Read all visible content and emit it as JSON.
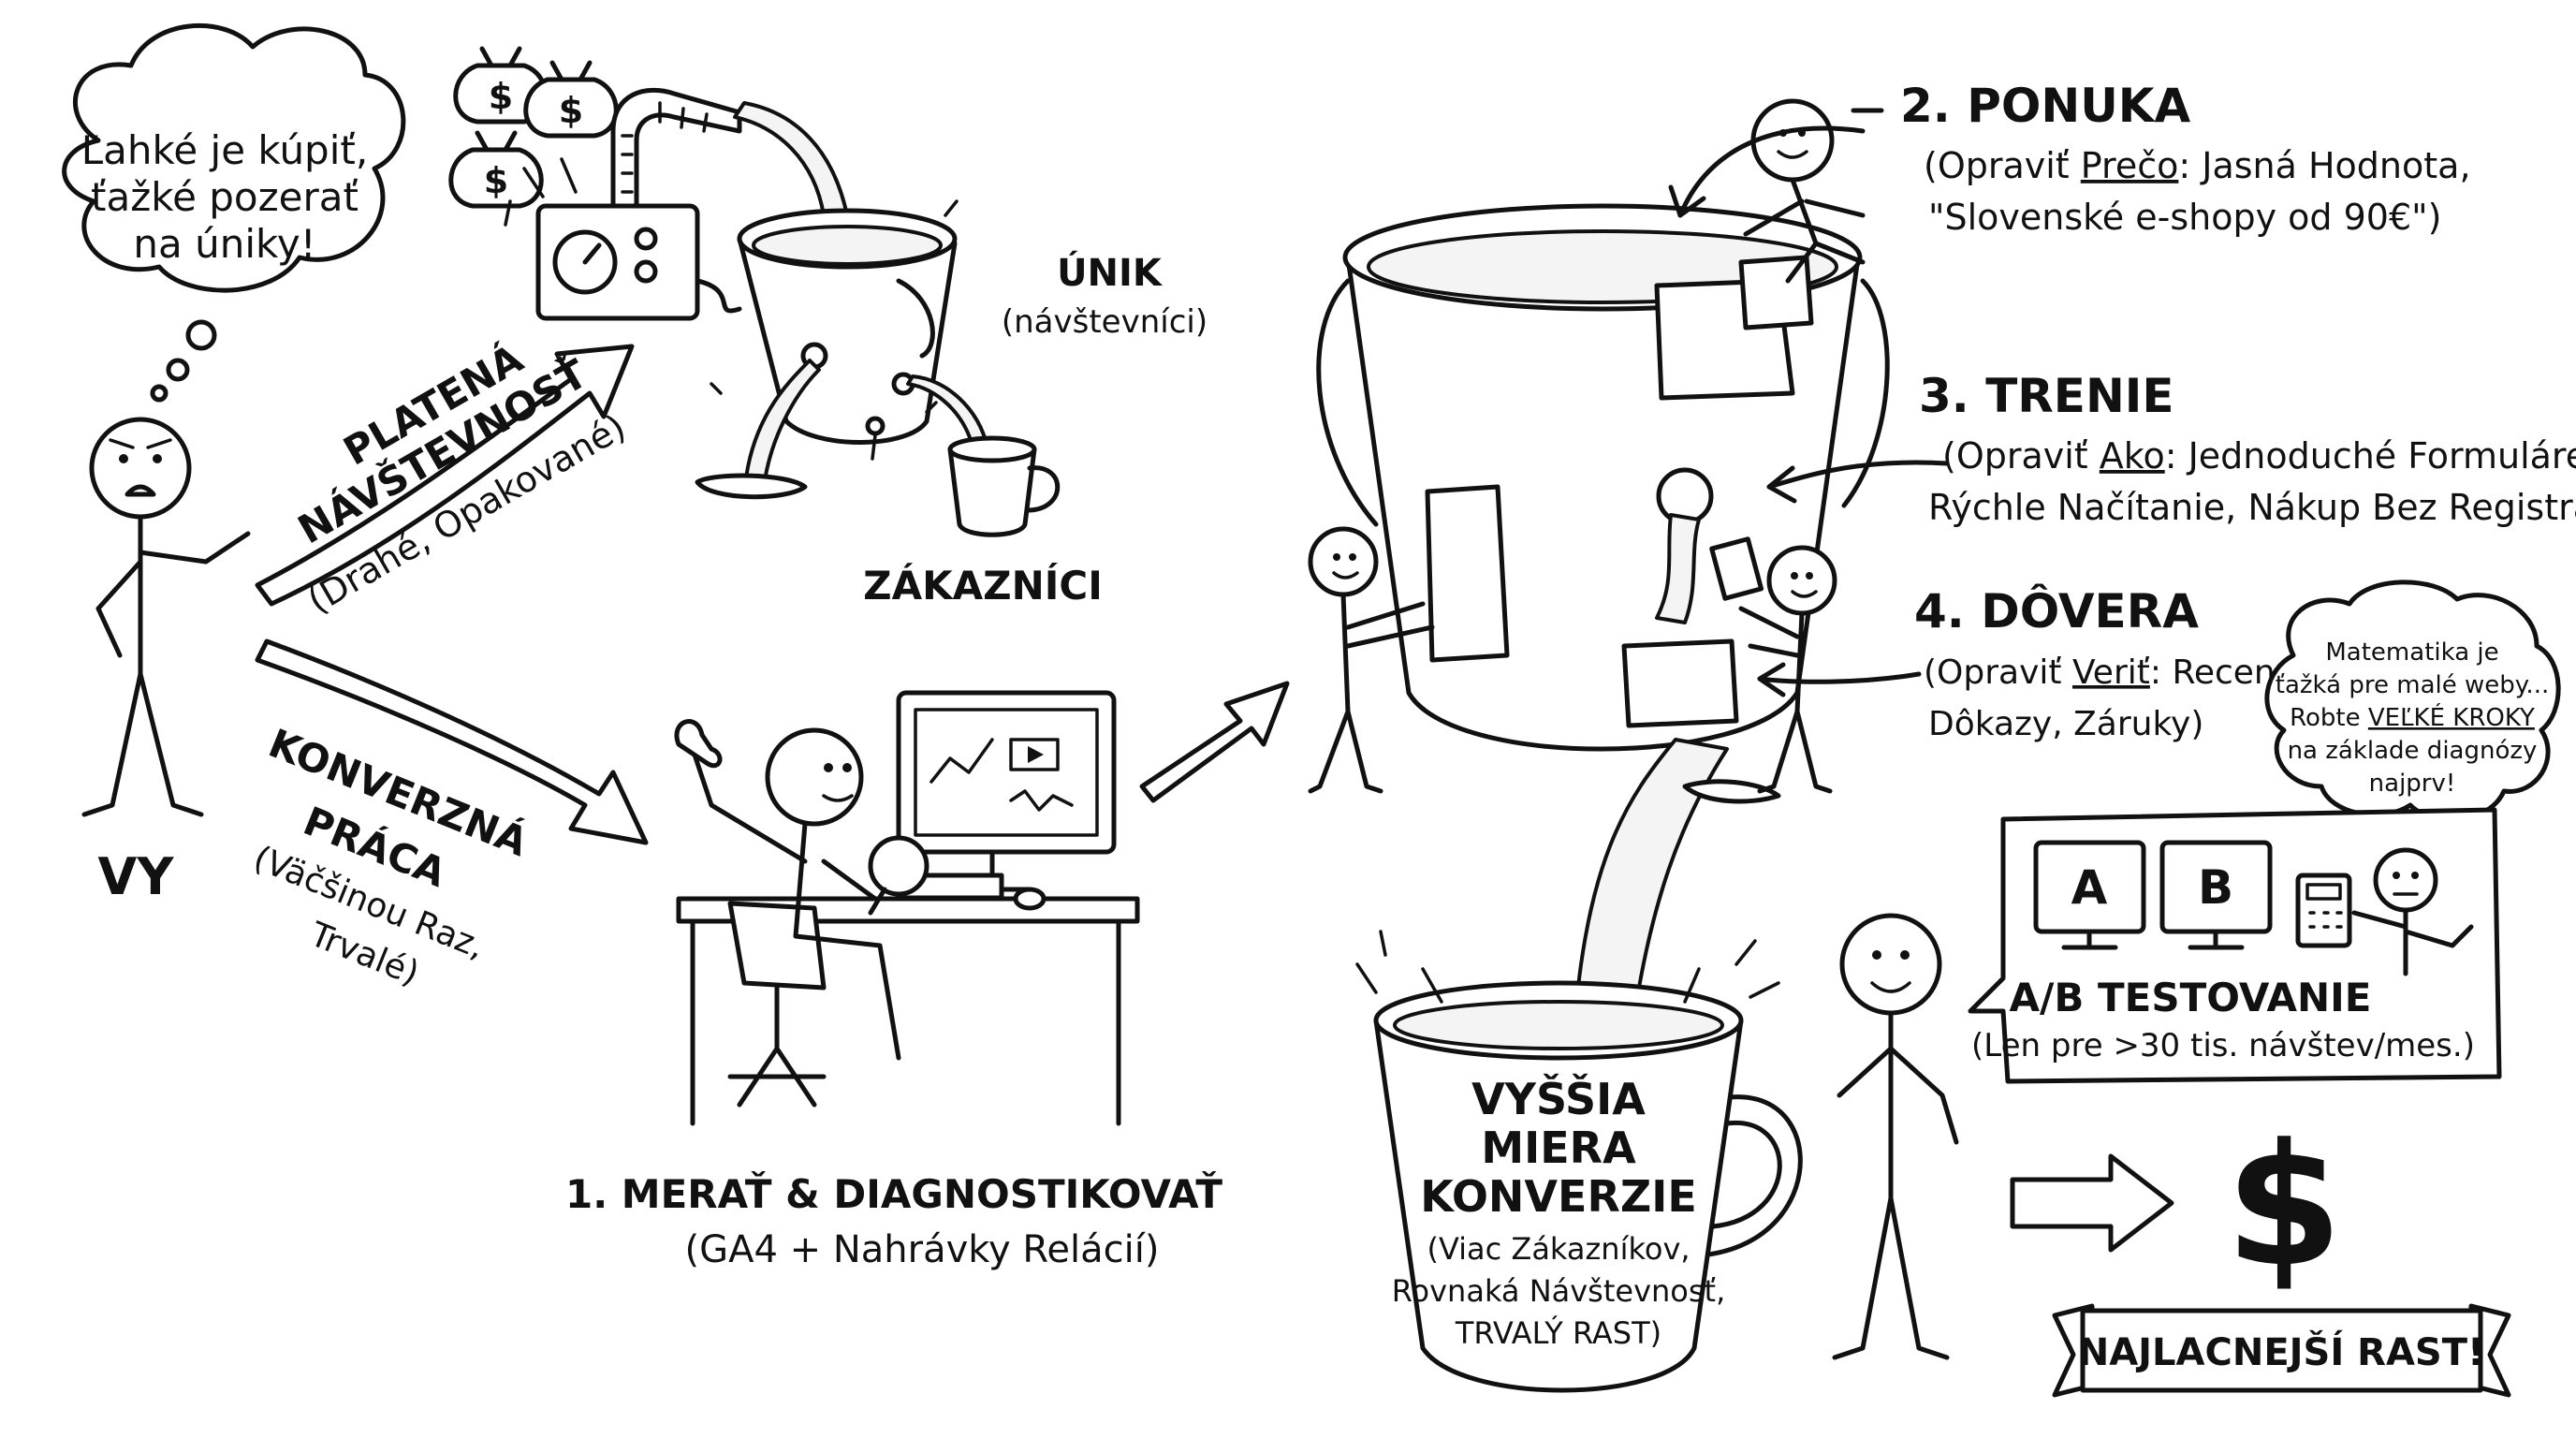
{
  "thought": {
    "lines": [
      "Ľahké je kúpiť,",
      "ťažké pozerať",
      "na úniky!"
    ]
  },
  "you": {
    "label": "VY"
  },
  "paid_traffic": {
    "line1": "PLATENÁ",
    "line2": "NÁVŠTEVNOSŤ",
    "sub": "(Drahé, Opakované)"
  },
  "conversion_work": {
    "line1": "KONVERZNÁ",
    "line2": "PRÁCA",
    "sub1": "(Väčšinou Raz,",
    "sub2": "Trvalé)"
  },
  "leak": {
    "title": "ÚNIK",
    "sub": "(návštevníci)"
  },
  "customers": {
    "label": "ZÁKAZNÍCI"
  },
  "step1": {
    "title": "1. MERAŤ & DIAGNOSTIKOVAŤ",
    "sub": "(GA4 + Nahrávky Relácií)"
  },
  "step2": {
    "title": "2. PONUKA",
    "line1_pre": "(Opraviť ",
    "line1_key": "Prečo",
    "line1_post": ": Jasná Hodnota,",
    "line2": "\"Slovenské e-shopy od 90€\")"
  },
  "step3": {
    "title": "3. TRENIE",
    "line1_pre": "(Opraviť ",
    "line1_key": "Ako",
    "line1_post": ": Jednoduché Formuláre,",
    "line2": "Rýchle Načítanie, Nákup Bez Registrácie)"
  },
  "step4": {
    "title": "4. DÔVERA",
    "line1_pre": "(Opraviť ",
    "line1_key": "Veriť",
    "line1_post": ": Recenzie,",
    "line2": "Dôkazy, Záruky)"
  },
  "math_note": {
    "line1": "Matematika je",
    "line2": "ťažká pre malé weby...",
    "line3_pre": "Robte ",
    "line3_key": "VEĽKÉ KROKY",
    "line4": "na základe diagnózy",
    "line5": "najprv!"
  },
  "ab_test": {
    "monitor_a": "A",
    "monitor_b": "B",
    "title": "A/B TESTOVANIE",
    "sub": "(Len pre >30 tis. návštev/mes.)"
  },
  "result_cup": {
    "line1": "VYŠŠIA",
    "line2": "MIERA",
    "line3": "KONVERZIE",
    "sub1": "(Viac Zákazníkov,",
    "sub2": "Rovnaká Návštevnosť,",
    "sub3": "TRVALÝ RAST)"
  },
  "money": {
    "symbol": "$"
  },
  "banner": {
    "label": "NAJLACNEJŠÍ RAST!"
  },
  "money_bags": {
    "symbol": "$"
  }
}
